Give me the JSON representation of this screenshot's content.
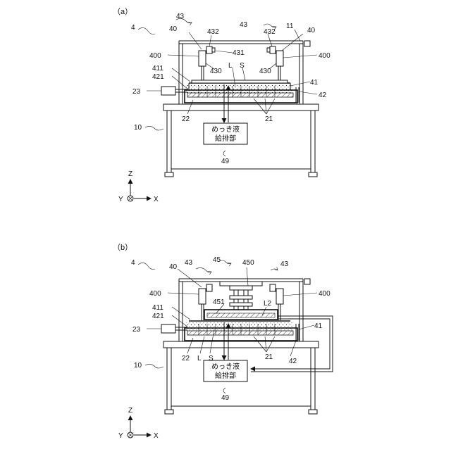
{
  "panel_a": {
    "label": "（a）",
    "ref_4": "4",
    "ref_43_left": "43",
    "ref_43_right": "43",
    "ref_11": "11",
    "ref_40_left": "40",
    "ref_40_right": "40",
    "ref_432_left": "432",
    "ref_432_right": "432",
    "ref_431": "431",
    "ref_400_left": "400",
    "ref_400_right": "400",
    "ref_430_left": "430",
    "ref_430_right": "430",
    "ref_L": "L",
    "ref_S": "S",
    "ref_411": "411",
    "ref_421": "421",
    "ref_41": "41",
    "ref_23": "23",
    "ref_42": "42",
    "ref_22": "22",
    "ref_21": "21",
    "ref_10": "10",
    "box_line1": "めっき液",
    "box_line2": "給排部",
    "ref_49": "49",
    "axis_z": "Z",
    "axis_y": "Y",
    "axis_x": "X"
  },
  "panel_b": {
    "label": "（b）",
    "ref_4": "4",
    "ref_40": "40",
    "ref_43_left": "43",
    "ref_43_right": "43",
    "ref_45": "45",
    "ref_450": "450",
    "ref_400_left": "400",
    "ref_400_right": "400",
    "ref_451": "451",
    "ref_L2": "L2",
    "ref_411": "411",
    "ref_421": "421",
    "ref_41": "41",
    "ref_23": "23",
    "ref_22": "22",
    "ref_L": "L",
    "ref_S": "S",
    "ref_21": "21",
    "ref_42": "42",
    "ref_10": "10",
    "box_line1": "めっき液",
    "box_line2": "給排部",
    "ref_49": "49",
    "axis_z": "Z",
    "axis_y": "Y",
    "axis_x": "X"
  }
}
